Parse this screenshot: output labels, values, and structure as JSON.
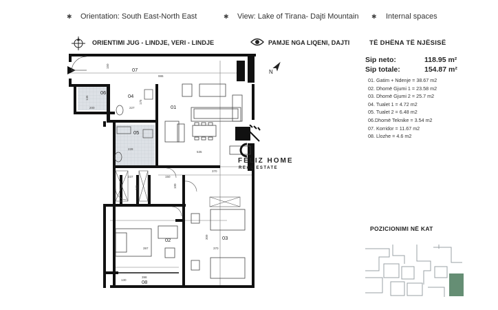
{
  "header": {
    "orientation_en": "Orientation: South East-North East",
    "view_en": "View: Lake of Tirana- Dajti Mountain",
    "internal_en": "Internal spaces",
    "orientation_al": "ORIENTIMI JUG - LINDJE, VERI - LINDJE",
    "view_al": "PAMJE NGA LIQENI, DAJTI"
  },
  "unit_info": {
    "title": "TË DHËNA TË NJËSISË",
    "net_label": "Sip neto:",
    "net_value": "118.95 m²",
    "total_label": "Sip totale:",
    "total_value": "154.87 m²",
    "rooms": [
      "01. Gatim + Ndenje = 38.67 m2",
      "02. Dhomë Gjumi 1 = 23.58 m2",
      "03. Dhomë Gjumi 2 = 25.7 m2",
      "04. Tualet 1 = 4.72 m2",
      "05. Tualet 2 = 6.48 m2",
      "06.Dhomë Teknike = 3.54 m2",
      "07. Korridor = 11.67 m2",
      "08. Llozhe = 4.6 m2"
    ]
  },
  "position": {
    "title": "POZICIONIMI NË KAT"
  },
  "watermark": {
    "brand": "FELIZ HOME",
    "sub": "REAL ESTATE"
  },
  "plan": {
    "north": "N",
    "rooms": [
      "01",
      "02",
      "03",
      "04",
      "05",
      "06",
      "07",
      "08"
    ],
    "dims": {
      "d150": "150",
      "d986": "986",
      "d145": "145",
      "d200": "200",
      "d227": "227",
      "d175": "175",
      "d228": "228",
      "d535": "535",
      "d370a": "370",
      "d237": "237",
      "d165": "165",
      "d150b": "150",
      "d100": "100",
      "d397": "397",
      "d309": "309",
      "d370b": "370",
      "d398": "398",
      "d130": "130"
    }
  },
  "colors": {
    "wall": "#111111",
    "tile": "#d9dde2",
    "accent": "#4a7a5c",
    "text": "#222222"
  }
}
